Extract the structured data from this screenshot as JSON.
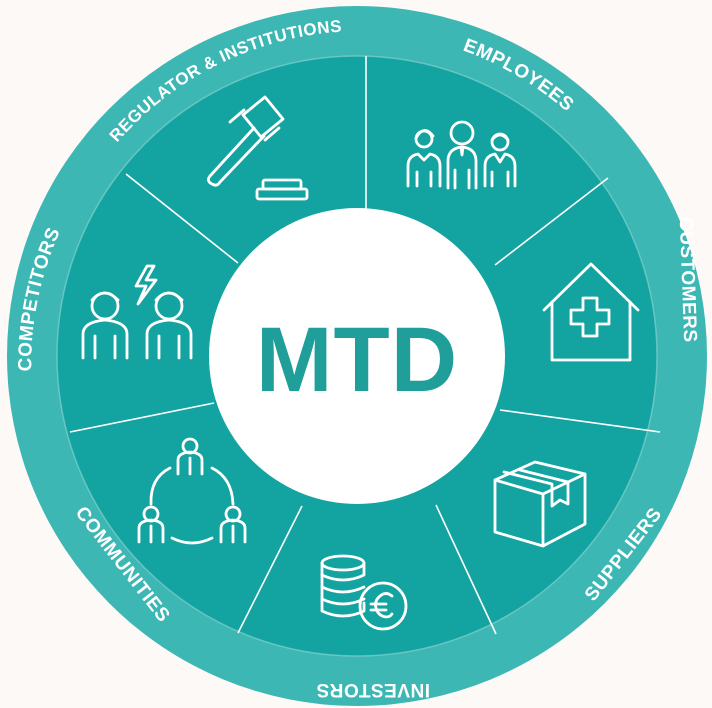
{
  "center": {
    "label": "MTD"
  },
  "colors": {
    "outer_ring": "#3cb7b4",
    "segments": "#13a3a0",
    "center_bg": "#ffffff",
    "center_text": "#1f9e9a",
    "background": "#fdf9f6"
  },
  "stakeholders": [
    {
      "label": "EMPLOYEES",
      "icon": "employees-group-icon"
    },
    {
      "label": "CUSTOMERS",
      "icon": "house-medical-cross-icon"
    },
    {
      "label": "SUPPLIERS",
      "icon": "package-box-icon"
    },
    {
      "label": "INVESTORS",
      "icon": "euro-coins-icon"
    },
    {
      "label": "COMMUNITIES",
      "icon": "network-people-icon"
    },
    {
      "label": "COMPETITORS",
      "icon": "competitors-lightning-icon"
    },
    {
      "label": "REGULATOR & INSTITUTIONS",
      "icon": "gavel-icon"
    }
  ]
}
